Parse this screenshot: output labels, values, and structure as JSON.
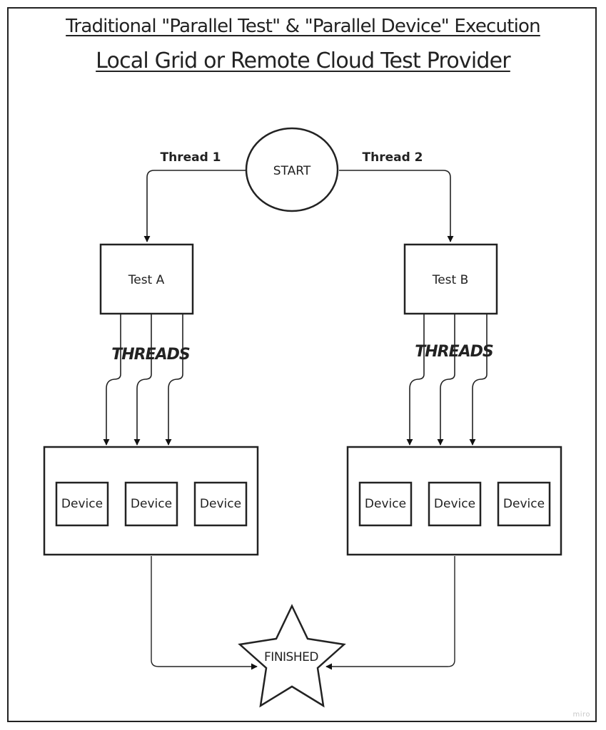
{
  "title": {
    "line1": "Traditional \"Parallel Test\" & \"Parallel Device\" Execution",
    "line2": "Local Grid or Remote Cloud Test Provider"
  },
  "nodes": {
    "start": "START",
    "test_a": "Test A",
    "test_b": "Test B",
    "finished": "FINISHED"
  },
  "edge_labels": {
    "thread1": "Thread 1",
    "thread2": "Thread 2",
    "threads_left": "THREADS",
    "threads_right": "THREADS"
  },
  "device_groups": [
    {
      "devices": [
        "Device",
        "Device",
        "Device"
      ]
    },
    {
      "devices": [
        "Device",
        "Device",
        "Device"
      ]
    }
  ],
  "watermark": "miro",
  "colors": {
    "stroke": "#222222",
    "background": "#ffffff"
  }
}
